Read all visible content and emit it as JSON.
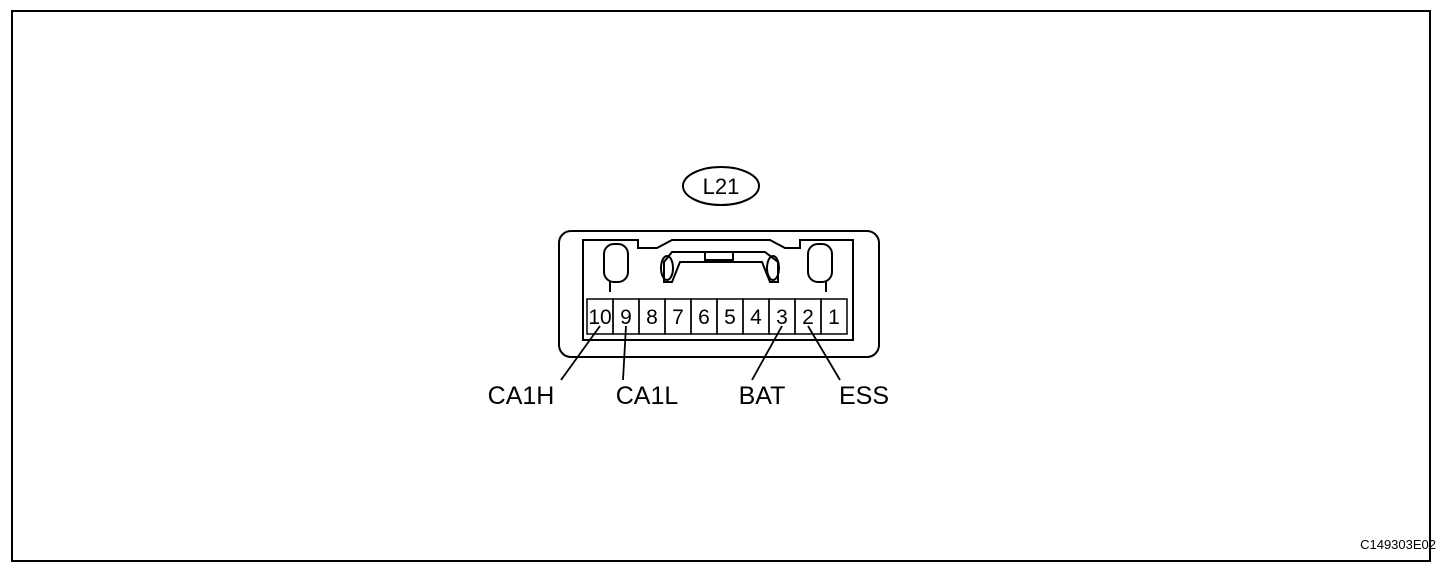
{
  "connector": {
    "id": "L21",
    "pins": [
      "10",
      "9",
      "8",
      "7",
      "6",
      "5",
      "4",
      "3",
      "2",
      "1"
    ]
  },
  "terminals": [
    {
      "pin": "10",
      "label": "CA1H"
    },
    {
      "pin": "9",
      "label": "CA1L"
    },
    {
      "pin": "3",
      "label": "BAT"
    },
    {
      "pin": "2",
      "label": "ESS"
    }
  ],
  "figure_code": "C149303E02",
  "colors": {
    "line": "#000000",
    "background": "#ffffff"
  }
}
